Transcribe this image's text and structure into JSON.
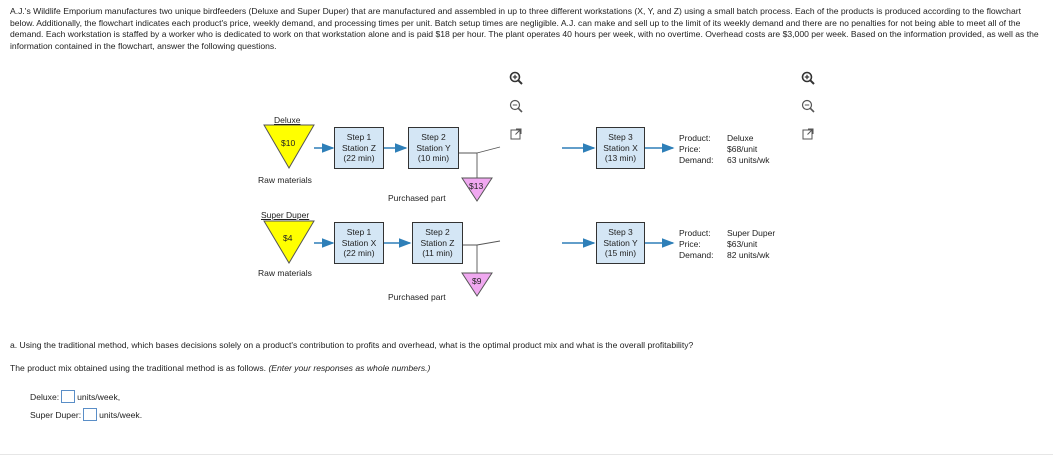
{
  "intro": "A.J.'s Wildlife Emporium manufactures two unique birdfeeders (Deluxe and Super Duper) that are manufactured and assembled in up to three different workstations (X, Y, and Z) using a small batch process. Each of the products is produced according to the flowchart below. Additionally, the flowchart indicates each product's price, weekly demand, and processing times per unit. Batch setup times are negligible. A.J. can make and sell up to the limit of its weekly demand and there are no penalties for not being able to meet all of the demand. Each workstation is staffed by a worker who is dedicated to work on that workstation alone and is paid $18 per hour. The plant operates 40 hours per week, with no overtime. Overhead costs are $3,000 per week. Based on the information provided, as well as the information contained in the flowchart, answer the following questions.",
  "icons": {
    "zoom_in": "zoom-in-icon",
    "zoom_out": "zoom-out-icon",
    "popout": "popout-icon"
  },
  "colors": {
    "raw_triangle": "#ffff00",
    "purchased_triangle": "#f0a8f0",
    "box_fill": "#d4e6f5",
    "arrow": "#2e7fb8"
  },
  "deluxe": {
    "label": "Deluxe",
    "cost": "$10",
    "raw": "Raw materials",
    "step1": {
      "title": "Step 1",
      "station": "Station Z",
      "time": "(22 min)"
    },
    "step2": {
      "title": "Step 2",
      "station": "Station Y",
      "time": "(10 min)"
    },
    "purchased_cost": "$13",
    "purchased": "Purchased part",
    "step3": {
      "title": "Step 3",
      "station": "Station X",
      "time": "(13 min)"
    },
    "product": {
      "k1": "Product:",
      "v1": "Deluxe",
      "k2": "Price:",
      "v2": "$68/unit",
      "k3": "Demand:",
      "v3": "63 units/wk"
    }
  },
  "superduper": {
    "label": "Super Duper",
    "cost": "$4",
    "raw": "Raw materials",
    "step1": {
      "title": "Step 1",
      "station": "Station X",
      "time": "(22 min)"
    },
    "step2": {
      "title": "Step 2",
      "station": "Station Z",
      "time": "(11 min)"
    },
    "purchased_cost": "$9",
    "purchased": "Purchased part",
    "step3": {
      "title": "Step 3",
      "station": "Station Y",
      "time": "(15 min)"
    },
    "product": {
      "k1": "Product:",
      "v1": "Super Duper",
      "k2": "Price:",
      "v2": "$63/unit",
      "k3": "Demand:",
      "v3": "82 units/wk"
    }
  },
  "question": {
    "part_a": "a. Using the traditional method, which bases decisions solely on a product's contribution to profits and overhead, what is the optimal product mix and what is the overall profitability?",
    "lead": "The product mix obtained using the traditional method is as follows. ",
    "hint": "(Enter your responses as whole numbers.)",
    "deluxe_label": "Deluxe:",
    "deluxe_unit": "units/week,",
    "deluxe_value": "",
    "super_label": "Super Duper:",
    "super_unit": "units/week.",
    "super_value": ""
  }
}
